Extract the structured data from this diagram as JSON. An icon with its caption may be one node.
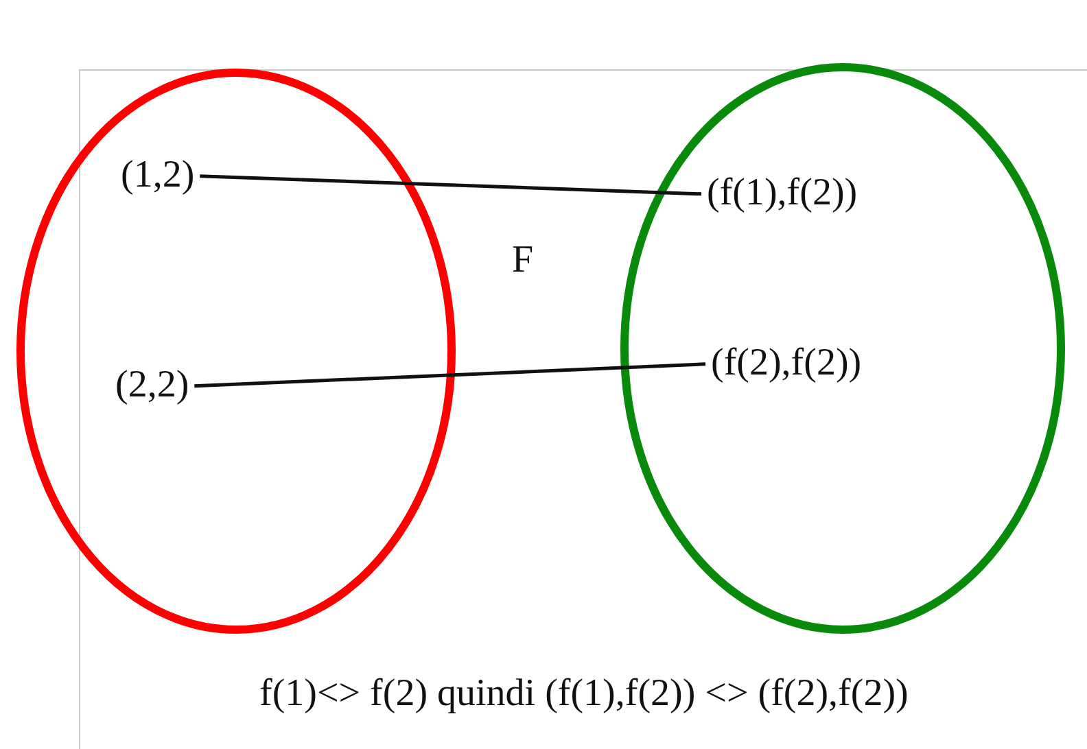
{
  "diagram": {
    "nodes": [
      {
        "text": [],
        "shape": "ellipse"
      },
      {
        "text": [
          "(1,2)"
        ],
        "in": 0
      },
      {
        "text": [
          "(2,2)"
        ],
        "in": 0
      },
      {
        "text": [],
        "shape": "ellipse"
      },
      {
        "text": [
          "(f(1),f(2))"
        ],
        "in": 3
      },
      {
        "text": [
          "(f(2),f(2))"
        ],
        "in": 3
      }
    ],
    "edges": [
      {
        "from": 1,
        "to": 4,
        "arrow": "none"
      },
      {
        "from": 2,
        "to": 5,
        "arrow": "none"
      }
    ],
    "labels": [
      "F",
      "f(1)<> f(2) quindi (f(1),f(2)) <> (f(2),f(2))"
    ]
  }
}
